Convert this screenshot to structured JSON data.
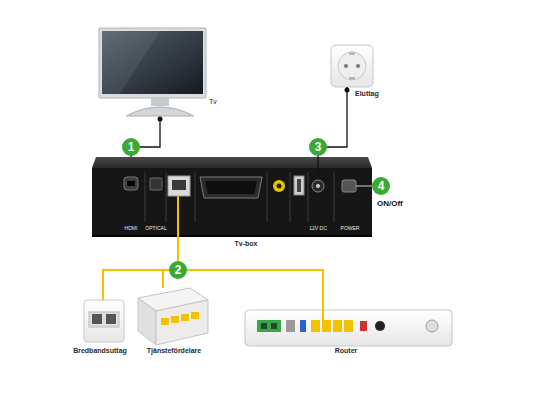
{
  "diagram": {
    "nodes": [
      {
        "text": [
          "Tv"
        ]
      },
      {
        "text": [
          "Eluttag"
        ]
      },
      {
        "text": [
          "Tv-box"
        ]
      },
      {
        "text": [
          "Bredbandsuttag"
        ]
      },
      {
        "text": [
          "Tjänstefördelare"
        ]
      },
      {
        "text": [
          "Router"
        ]
      }
    ],
    "edges": [
      {
        "from": 0,
        "to": 2,
        "arrow": "none"
      },
      {
        "from": 1,
        "to": 2,
        "arrow": "none"
      },
      {
        "from": 2,
        "to": 3,
        "arrow": "none"
      },
      {
        "from": 2,
        "to": 4,
        "arrow": "none"
      },
      {
        "from": 2,
        "to": 5,
        "arrow": "none"
      }
    ],
    "labels": [
      "1",
      "2",
      "3",
      "4",
      "ON/Off",
      "HDMI",
      "OPTICAL",
      "12V DC",
      "POWER"
    ]
  }
}
